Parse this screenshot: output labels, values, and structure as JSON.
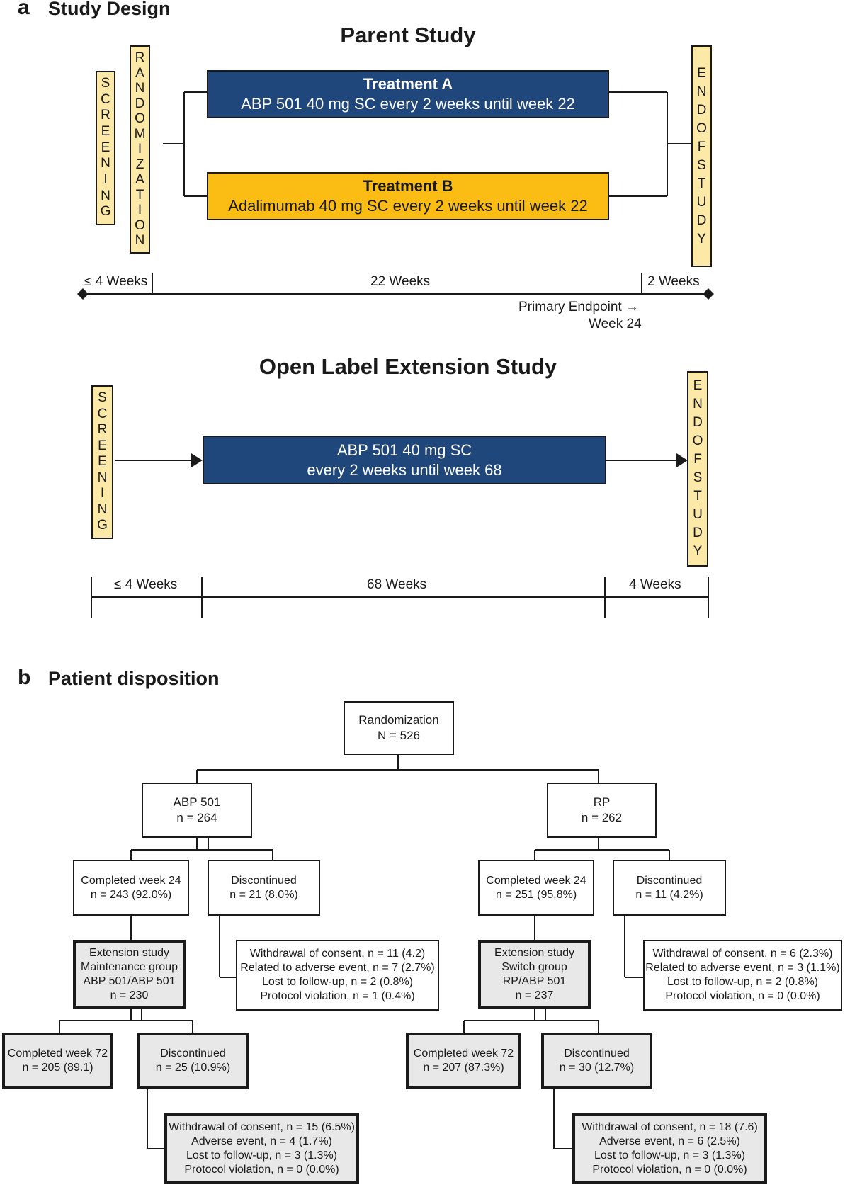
{
  "section_a": {
    "letter": "a",
    "title": "Study Design"
  },
  "parent": {
    "title": "Parent Study",
    "screening": "SCREENING",
    "randomization": "RANDOMIZATION",
    "end": "END OF STUDY",
    "treatment_a": {
      "title": "Treatment A",
      "desc": "ABP 501 40 mg SC every 2 weeks until week 22"
    },
    "treatment_b": {
      "title": "Treatment B",
      "desc": "Adalimumab 40 mg SC every 2 weeks until week 22"
    },
    "timeline": {
      "seg1": "≤ 4 Weeks",
      "seg2": "22 Weeks",
      "seg3": "2 Weeks",
      "endpoint_line1": "Primary Endpoint →",
      "endpoint_line2": "Week 24"
    }
  },
  "ole": {
    "title": "Open Label Extension Study",
    "screening": "SCREENING",
    "end": "END OF STUDY",
    "treatment": {
      "line1": "ABP 501 40 mg SC",
      "line2": "every 2 weeks until week 68"
    },
    "timeline": {
      "seg1": "≤ 4 Weeks",
      "seg2": "68 Weeks",
      "seg3": "4 Weeks"
    }
  },
  "section_b": {
    "letter": "b",
    "title": "Patient disposition"
  },
  "disposition": {
    "randomization": [
      "Randomization",
      "N = 526"
    ],
    "abp": [
      "ABP 501",
      "n = 264"
    ],
    "rp": [
      "RP",
      "n = 262"
    ],
    "abp_completed": [
      "Completed week 24",
      "n = 243 (92.0%)"
    ],
    "abp_discontinued": [
      "Discontinued",
      "n = 21 (8.0%)"
    ],
    "rp_completed": [
      "Completed week 24",
      "n = 251 (95.8%)"
    ],
    "rp_discontinued": [
      "Discontinued",
      "n = 11 (4.2%)"
    ],
    "abp_ext": [
      "Extension study",
      "Maintenance group",
      "ABP 501/ABP 501",
      "n = 230"
    ],
    "abp_disc_reasons": [
      "Withdrawal of consent, n = 11 (4.2)",
      "Related to adverse event, n = 7 (2.7%)",
      "Lost to follow-up, n = 2 (0.8%)",
      "Protocol violation, n = 1 (0.4%)"
    ],
    "rp_ext": [
      "Extension study",
      "Switch group",
      "RP/ABP 501",
      "n = 237"
    ],
    "rp_disc_reasons": [
      "Withdrawal of consent, n = 6 (2.3%)",
      "Related to adverse event, n = 3 (1.1%)",
      "Lost to follow-up, n =  2 (0.8%)",
      "Protocol violation, n =  0 (0.0%)"
    ],
    "abp_completed72": [
      "Completed week 72",
      "n = 205 (89.1)"
    ],
    "abp_discontinued_ext": [
      "Discontinued",
      "n = 25 (10.9%)"
    ],
    "rp_completed72": [
      "Completed week 72",
      "n = 207 (87.3%)"
    ],
    "rp_discontinued_ext": [
      "Discontinued",
      "n = 30 (12.7%)"
    ],
    "abp_ext_reasons": [
      "Withdrawal of consent, n = 15 (6.5%)",
      "Adverse event, n = 4 (1.7%)",
      "Lost to follow-up, n = 3 (1.3%)",
      "Protocol violation, n = 0 (0.0%)"
    ],
    "rp_ext_reasons": [
      "Withdrawal of consent, n = 18 (7.6)",
      "Adverse event, n = 6 (2.5%)",
      "Lost to follow-up, n = 3 (1.3%)",
      "Protocol violation, n = 0 (0.0%)"
    ]
  }
}
